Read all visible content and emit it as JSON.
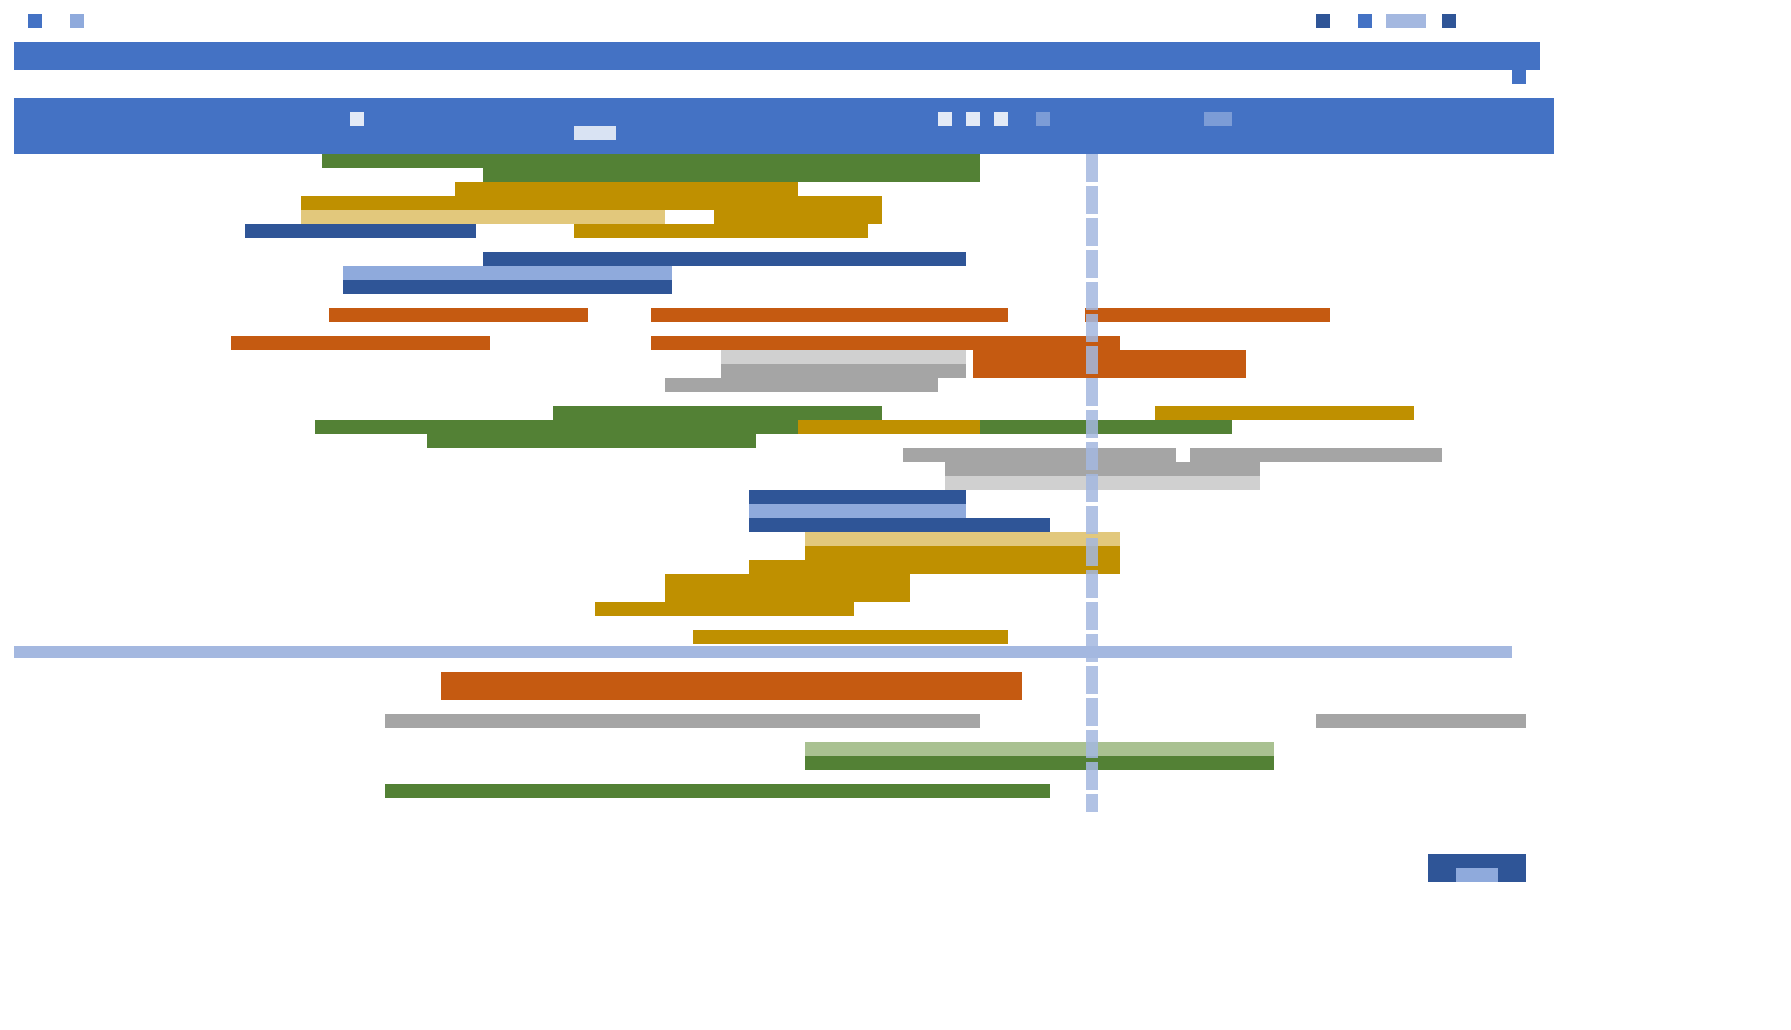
{
  "chart_data": {
    "type": "gantt",
    "title": "",
    "xlabel": "",
    "ylabel": "",
    "xlim": [
      0,
      110
    ],
    "today_marker": 77,
    "palette": {
      "green": "#538135",
      "green_light": "#a9c191",
      "gold": "#bf9000",
      "gold_light": "#e2c87c",
      "blue": "#2f5597",
      "blue_light": "#8faadc",
      "orange": "#c55a11",
      "gray": "#a5a5a5",
      "gray_light": "#d0d0d0",
      "header": "#4472c4",
      "marker": "#a4b8e0"
    },
    "rows": [
      {
        "bars": [
          {
            "start": 22,
            "end": 69,
            "color": "green"
          }
        ]
      },
      {
        "bars": [
          {
            "start": 33.5,
            "end": 69,
            "color": "green"
          }
        ]
      },
      {
        "bars": [
          {
            "start": 31.5,
            "end": 56,
            "color": "gold"
          }
        ]
      },
      {
        "bars": [
          {
            "start": 20.5,
            "end": 62,
            "color": "gold"
          }
        ]
      },
      {
        "bars": [
          {
            "start": 20.5,
            "end": 46.5,
            "color": "gold_light"
          },
          {
            "start": 50,
            "end": 62,
            "color": "gold"
          }
        ]
      },
      {
        "bars": [
          {
            "start": 16.5,
            "end": 33,
            "color": "blue"
          },
          {
            "start": 40,
            "end": 61,
            "color": "gold"
          }
        ]
      },
      {
        "bars": []
      },
      {
        "bars": [
          {
            "start": 33.5,
            "end": 68,
            "color": "blue"
          }
        ]
      },
      {
        "bars": [
          {
            "start": 23.5,
            "end": 47,
            "color": "blue_light"
          }
        ]
      },
      {
        "bars": [
          {
            "start": 23.5,
            "end": 47,
            "color": "blue"
          }
        ]
      },
      {
        "bars": []
      },
      {
        "bars": [
          {
            "start": 22.5,
            "end": 41,
            "color": "orange"
          },
          {
            "start": 45.5,
            "end": 71,
            "color": "orange"
          },
          {
            "start": 76.5,
            "end": 94,
            "color": "orange"
          }
        ]
      },
      {
        "bars": []
      },
      {
        "bars": [
          {
            "start": 15.5,
            "end": 34,
            "color": "orange"
          },
          {
            "start": 45.5,
            "end": 79,
            "color": "orange"
          }
        ]
      },
      {
        "bars": [
          {
            "start": 50.5,
            "end": 68,
            "color": "gray_light"
          },
          {
            "start": 68.5,
            "end": 88,
            "color": "orange"
          }
        ]
      },
      {
        "bars": [
          {
            "start": 50.5,
            "end": 68,
            "color": "gray"
          },
          {
            "start": 68.5,
            "end": 88,
            "color": "orange"
          }
        ]
      },
      {
        "bars": [
          {
            "start": 46.5,
            "end": 66,
            "color": "gray"
          }
        ]
      },
      {
        "bars": []
      },
      {
        "bars": [
          {
            "start": 38.5,
            "end": 62,
            "color": "green"
          },
          {
            "start": 81.5,
            "end": 100,
            "color": "gold"
          }
        ]
      },
      {
        "bars": [
          {
            "start": 21.5,
            "end": 56,
            "color": "green"
          },
          {
            "start": 56,
            "end": 69,
            "color": "gold"
          },
          {
            "start": 69,
            "end": 87,
            "color": "green"
          }
        ]
      },
      {
        "bars": [
          {
            "start": 29.5,
            "end": 53,
            "color": "green"
          }
        ]
      },
      {
        "bars": [
          {
            "start": 63.5,
            "end": 83,
            "color": "gray"
          },
          {
            "start": 84,
            "end": 102,
            "color": "gray"
          }
        ]
      },
      {
        "bars": [
          {
            "start": 66.5,
            "end": 89,
            "color": "gray"
          }
        ]
      },
      {
        "bars": [
          {
            "start": 66.5,
            "end": 89,
            "color": "gray_light"
          }
        ]
      },
      {
        "bars": [
          {
            "start": 52.5,
            "end": 68,
            "color": "blue"
          }
        ]
      },
      {
        "bars": [
          {
            "start": 52.5,
            "end": 68,
            "color": "blue_light"
          }
        ]
      },
      {
        "bars": [
          {
            "start": 52.5,
            "end": 74,
            "color": "blue"
          }
        ]
      },
      {
        "bars": [
          {
            "start": 56.5,
            "end": 79,
            "color": "gold_light"
          }
        ]
      },
      {
        "bars": [
          {
            "start": 56.5,
            "end": 79,
            "color": "gold"
          }
        ]
      },
      {
        "bars": [
          {
            "start": 52.5,
            "end": 79,
            "color": "gold"
          }
        ]
      },
      {
        "bars": [
          {
            "start": 46.5,
            "end": 64,
            "color": "gold"
          }
        ]
      },
      {
        "bars": [
          {
            "start": 46.5,
            "end": 64,
            "color": "gold"
          }
        ]
      },
      {
        "bars": [
          {
            "start": 41.5,
            "end": 60,
            "color": "gold"
          }
        ]
      },
      {
        "bars": []
      },
      {
        "bars": [
          {
            "start": 48.5,
            "end": 71,
            "color": "gold"
          }
        ]
      },
      {
        "divider": true,
        "bars": []
      },
      {
        "bars": []
      },
      {
        "bars": [
          {
            "start": 30.5,
            "end": 72,
            "color": "orange"
          }
        ]
      },
      {
        "bars": [
          {
            "start": 30.5,
            "end": 72,
            "color": "orange"
          }
        ]
      },
      {
        "bars": []
      },
      {
        "bars": [
          {
            "start": 26.5,
            "end": 69,
            "color": "gray"
          },
          {
            "start": 93,
            "end": 108,
            "color": "gray"
          }
        ]
      },
      {
        "bars": []
      },
      {
        "bars": [
          {
            "start": 56.5,
            "end": 90,
            "color": "green_light"
          }
        ]
      },
      {
        "bars": [
          {
            "start": 56.5,
            "end": 90,
            "color": "green"
          }
        ]
      },
      {
        "bars": []
      },
      {
        "bars": [
          {
            "start": 26.5,
            "end": 74,
            "color": "green"
          }
        ]
      }
    ]
  }
}
